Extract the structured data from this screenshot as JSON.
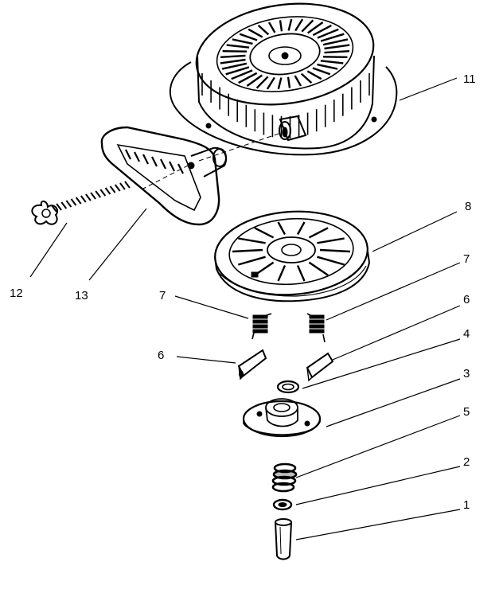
{
  "diagram": {
    "kind": "exploded-parts-view",
    "line_color": "#000000",
    "background": "#ffffff",
    "callouts": {
      "c11": "11",
      "c8": "8",
      "c7_right": "7",
      "c6_right": "6",
      "c4": "4",
      "c3": "3",
      "c5": "5",
      "c2": "2",
      "c1": "1",
      "c12": "12",
      "c13": "13",
      "c7_left": "7",
      "c6_left": "6"
    }
  }
}
